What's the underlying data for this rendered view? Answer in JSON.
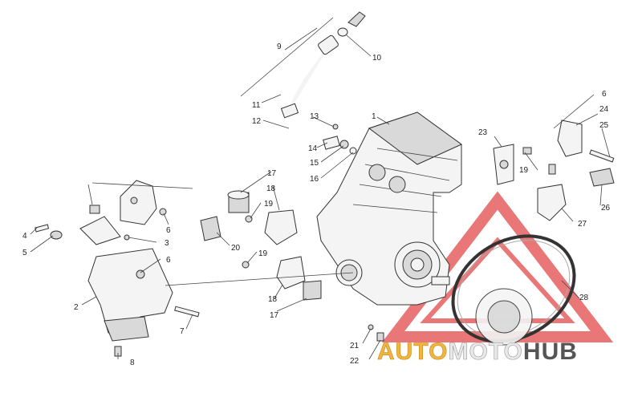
{
  "callouts": [
    {
      "label": "1"
    },
    {
      "label": "2"
    },
    {
      "label": "3"
    },
    {
      "label": "4"
    },
    {
      "label": "5"
    },
    {
      "label": "6"
    },
    {
      "label": "6"
    },
    {
      "label": "6"
    },
    {
      "label": "7"
    },
    {
      "label": "8"
    },
    {
      "label": "9"
    },
    {
      "label": "10"
    },
    {
      "label": "11"
    },
    {
      "label": "12"
    },
    {
      "label": "13"
    },
    {
      "label": "14"
    },
    {
      "label": "15"
    },
    {
      "label": "16"
    },
    {
      "label": "17"
    },
    {
      "label": "17"
    },
    {
      "label": "18"
    },
    {
      "label": "18"
    },
    {
      "label": "19"
    },
    {
      "label": "19"
    },
    {
      "label": "19"
    },
    {
      "label": "20"
    },
    {
      "label": "21"
    },
    {
      "label": "22"
    },
    {
      "label": "23"
    },
    {
      "label": "24"
    },
    {
      "label": "25"
    },
    {
      "label": "26"
    },
    {
      "label": "27"
    },
    {
      "label": "28"
    }
  ],
  "watermark": {
    "word_1": "AUTO",
    "word_2": "MOTO",
    "word_3": "HUB",
    "colors": {
      "word_1": "#f2b43c",
      "word_2": "#e8e8e8",
      "word_3": "#555555",
      "triangle": "#e24a4a"
    }
  }
}
